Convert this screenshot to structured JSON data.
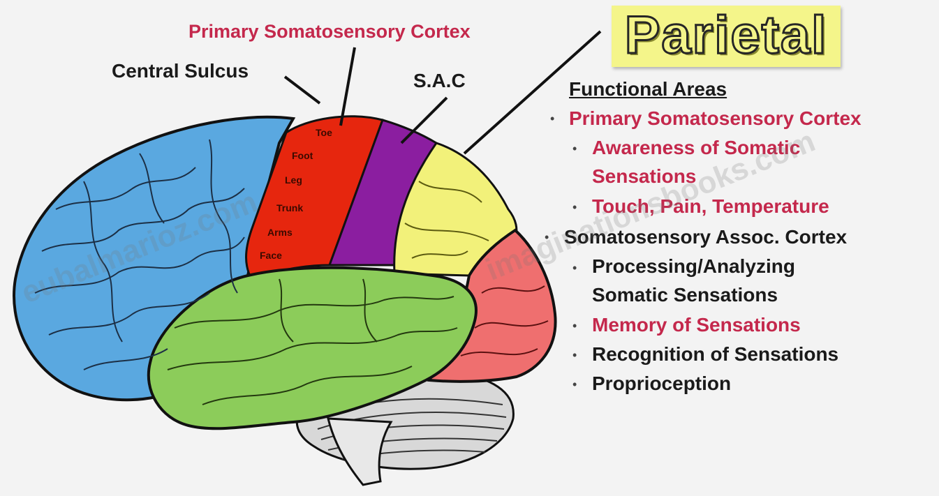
{
  "title": "Parietal",
  "labels": {
    "primary_somatosensory_cortex": "Primary Somatosensory Cortex",
    "central_sulcus": "Central Sulcus",
    "sac": "S.A.C"
  },
  "functional_areas": {
    "heading": "Functional Areas",
    "primary": {
      "label": "Primary Somatosensory Cortex",
      "items": [
        "Awareness of Somatic",
        "Sensations",
        "Touch, Pain, Temperature"
      ]
    },
    "association": {
      "label": "Somatosensory Assoc. Cortex",
      "items": [
        "Processing/Analyzing",
        "Somatic Sensations",
        "Memory of Sensations",
        "Recognition of Sensations",
        "Proprioception"
      ]
    }
  },
  "homunculus_labels": [
    "Toe",
    "Foot",
    "Leg",
    "Trunk",
    "Arms",
    "Face"
  ],
  "watermarks": [
    "eubalmarioz.com",
    "imaginationsbooks.com"
  ],
  "colors": {
    "frontal": "#5aa8e0",
    "primary_somatosensory": "#e6260e",
    "association_cortex": "#8b1ea0",
    "parietal": "#f2f17a",
    "occipital": "#ef6f6f",
    "temporal": "#8ccc5a",
    "cerebellum": "#d8d8d8",
    "label_red": "#c4284c",
    "label_dark": "#1a1a1a"
  }
}
